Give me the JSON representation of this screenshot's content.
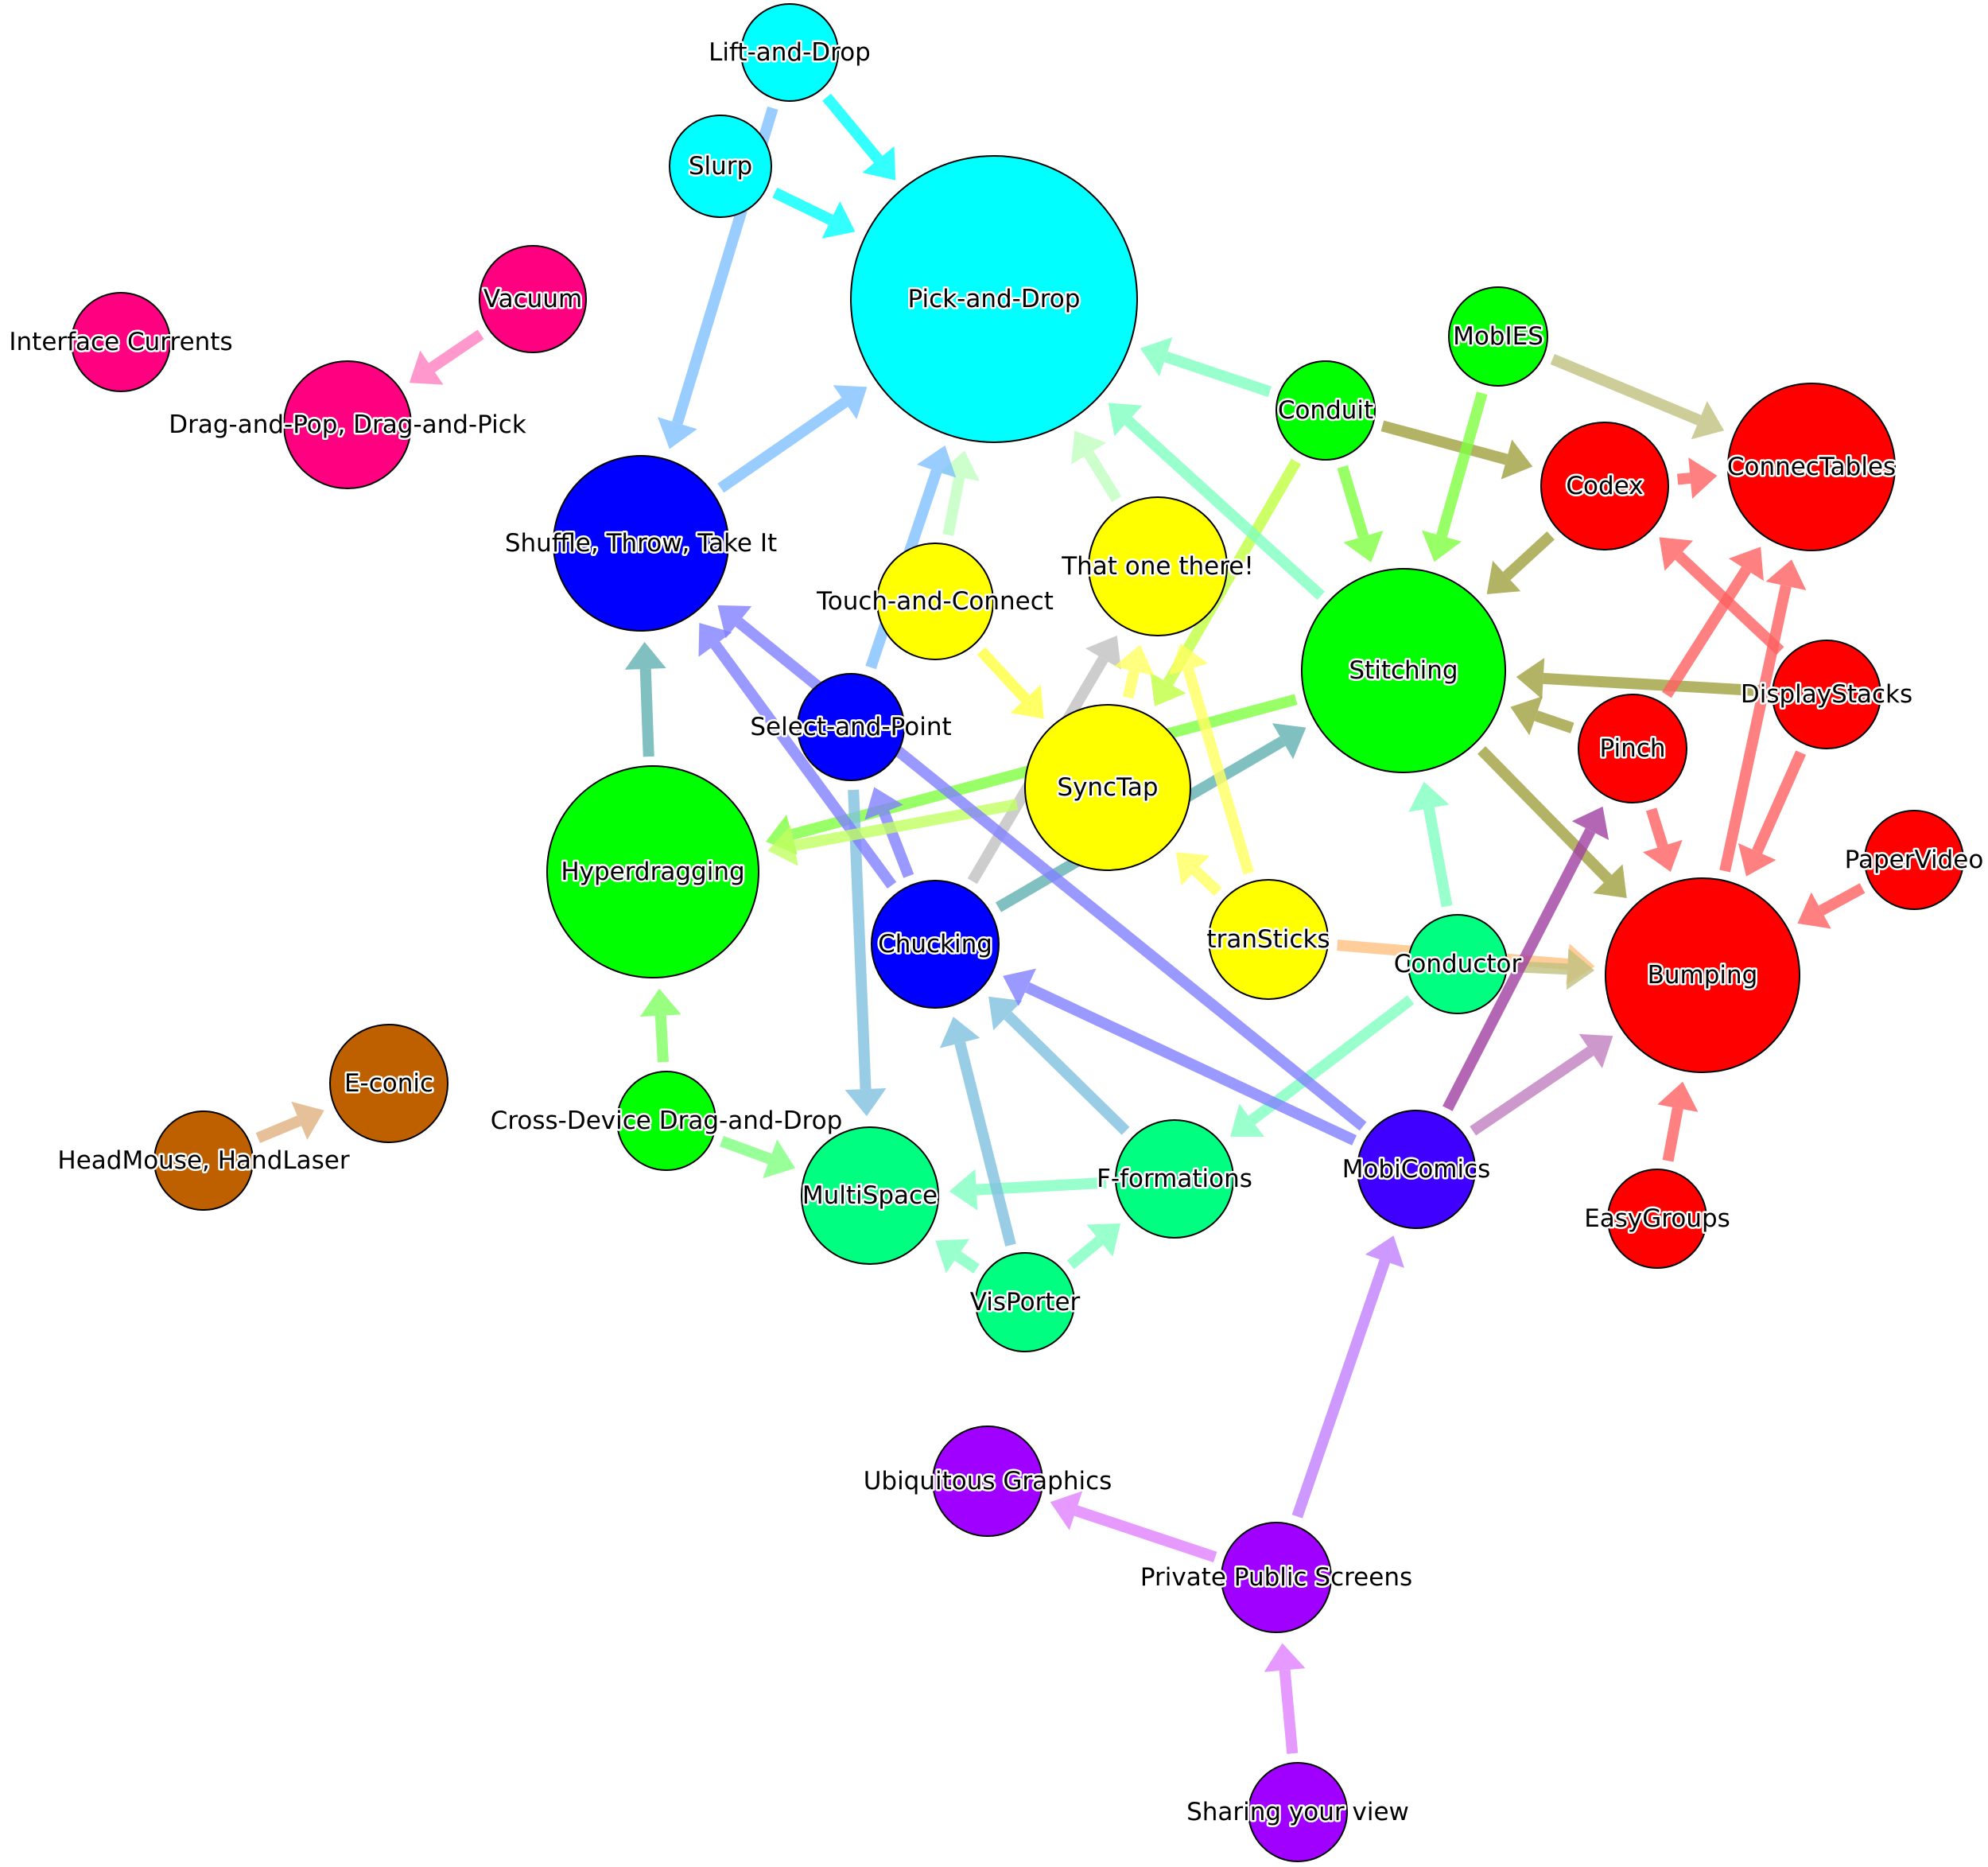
{
  "nodes": [
    {
      "id": "lift-and-drop",
      "label": "Lift-and-Drop",
      "color": "#00FFFF"
    },
    {
      "id": "slurp",
      "label": "Slurp",
      "color": "#00FFFF"
    },
    {
      "id": "pick-and-drop",
      "label": "Pick-and-Drop",
      "color": "#00FFFF"
    },
    {
      "id": "vacuum",
      "label": "Vacuum",
      "color": "#FF0080"
    },
    {
      "id": "interface-currents",
      "label": "Interface Currents",
      "color": "#FF0080"
    },
    {
      "id": "drag-and-pop",
      "label": "Drag-and-Pop, Drag-and-Pick",
      "color": "#FF0080"
    },
    {
      "id": "shuffle",
      "label": "Shuffle, Throw, Take It",
      "color": "#0000FF"
    },
    {
      "id": "touch-and-connect",
      "label": "Touch-and-Connect",
      "color": "#FFFF00"
    },
    {
      "id": "that-one-there",
      "label": "That one there!",
      "color": "#FFFF00"
    },
    {
      "id": "conduit",
      "label": "Conduit",
      "color": "#00FF00"
    },
    {
      "id": "mobies",
      "label": "MobIES",
      "color": "#00FF00"
    },
    {
      "id": "codex",
      "label": "Codex",
      "color": "#FF0000"
    },
    {
      "id": "connectables",
      "label": "ConnecTables",
      "color": "#FF0000"
    },
    {
      "id": "stitching",
      "label": "Stitching",
      "color": "#00FF00"
    },
    {
      "id": "select-and-point",
      "label": "Select-and-Point",
      "color": "#0000FF"
    },
    {
      "id": "synctap",
      "label": "SyncTap",
      "color": "#FFFF00"
    },
    {
      "id": "displaystacks",
      "label": "DisplayStacks",
      "color": "#FF0000"
    },
    {
      "id": "pinch",
      "label": "Pinch",
      "color": "#FF0000"
    },
    {
      "id": "hyperdragging",
      "label": "Hyperdragging",
      "color": "#00FF00"
    },
    {
      "id": "chucking",
      "label": "Chucking",
      "color": "#0000FF"
    },
    {
      "id": "transticks",
      "label": "tranSticks",
      "color": "#FFFF00"
    },
    {
      "id": "conductor",
      "label": "Conductor",
      "color": "#00FF80"
    },
    {
      "id": "papervideo",
      "label": "PaperVideo",
      "color": "#FF0000"
    },
    {
      "id": "bumping",
      "label": "Bumping",
      "color": "#FF0000"
    },
    {
      "id": "e-conic",
      "label": "E-conic",
      "color": "#BF6000"
    },
    {
      "id": "headmouse",
      "label": "HeadMouse, HandLaser",
      "color": "#BF6000"
    },
    {
      "id": "cross-device",
      "label": "Cross-Device Drag-and-Drop",
      "color": "#00FF00"
    },
    {
      "id": "multispace",
      "label": "MultiSpace",
      "color": "#00FF80"
    },
    {
      "id": "f-formations",
      "label": "F-formations",
      "color": "#00FF80"
    },
    {
      "id": "mobicomics",
      "label": "MobiComics",
      "color": "#4000FF"
    },
    {
      "id": "easygroups",
      "label": "EasyGroups",
      "color": "#FF0000"
    },
    {
      "id": "visporter",
      "label": "VisPorter",
      "color": "#00FF80"
    },
    {
      "id": "ubiquitous-graphics",
      "label": "Ubiquitous Graphics",
      "color": "#A000FF"
    },
    {
      "id": "private-public-screens",
      "label": "Private Public Screens",
      "color": "#A000FF"
    },
    {
      "id": "sharing-your-view",
      "label": "Sharing your view",
      "color": "#A000FF"
    }
  ],
  "edges": [
    {
      "from": "lift-and-drop",
      "to": "pick-and-drop",
      "color": "#00FFFF"
    },
    {
      "from": "lift-and-drop",
      "to": "shuffle",
      "color": "#80C0FF"
    },
    {
      "from": "slurp",
      "to": "pick-and-drop",
      "color": "#00FFFF"
    },
    {
      "from": "vacuum",
      "to": "drag-and-pop",
      "color": "#FF80C0"
    },
    {
      "from": "shuffle",
      "to": "pick-and-drop",
      "color": "#80C0FF"
    },
    {
      "from": "conduit",
      "to": "pick-and-drop",
      "color": "#80FFC0"
    },
    {
      "from": "conduit",
      "to": "codex",
      "color": "#A0A040"
    },
    {
      "from": "conduit",
      "to": "stitching",
      "color": "#80FF40"
    },
    {
      "from": "conduit",
      "to": "synctap",
      "color": "#C0FF40"
    },
    {
      "from": "mobies",
      "to": "stitching",
      "color": "#80FF40"
    },
    {
      "from": "mobies",
      "to": "connectables",
      "color": "#C0C080"
    },
    {
      "from": "codex",
      "to": "connectables",
      "color": "#FF6060"
    },
    {
      "from": "codex",
      "to": "stitching",
      "color": "#A0A040"
    },
    {
      "from": "stitching",
      "to": "pick-and-drop",
      "color": "#80FFC0"
    },
    {
      "from": "stitching",
      "to": "hyperdragging",
      "color": "#80FF40"
    },
    {
      "from": "stitching",
      "to": "bumping",
      "color": "#A0A040"
    },
    {
      "from": "touch-and-connect",
      "to": "pick-and-drop",
      "color": "#C0FFC0"
    },
    {
      "from": "touch-and-connect",
      "to": "synctap",
      "color": "#FFFF40"
    },
    {
      "from": "that-one-there",
      "to": "pick-and-drop",
      "color": "#C0FFC0"
    },
    {
      "from": "select-and-point",
      "to": "pick-and-drop",
      "color": "#80C0FF"
    },
    {
      "from": "select-and-point",
      "to": "multispace",
      "color": "#80C0E0"
    },
    {
      "from": "chucking",
      "to": "select-and-point",
      "color": "#8080FF"
    },
    {
      "from": "chucking",
      "to": "shuffle",
      "color": "#8080FF"
    },
    {
      "from": "chucking",
      "to": "that-one-there",
      "color": "#C0C0C0"
    },
    {
      "from": "chucking",
      "to": "stitching",
      "color": "#60B0B0"
    },
    {
      "from": "synctap",
      "to": "hyperdragging",
      "color": "#C0FF60"
    },
    {
      "from": "synctap",
      "to": "that-one-there",
      "color": "#FFFF60"
    },
    {
      "from": "transticks",
      "to": "that-one-there",
      "color": "#FFFF60"
    },
    {
      "from": "transticks",
      "to": "synctap",
      "color": "#FFFF60"
    },
    {
      "from": "transticks",
      "to": "bumping",
      "color": "#FFC080"
    },
    {
      "from": "displaystacks",
      "to": "codex",
      "color": "#FF6060"
    },
    {
      "from": "displaystacks",
      "to": "stitching",
      "color": "#A0A040"
    },
    {
      "from": "displaystacks",
      "to": "bumping",
      "color": "#FF6060"
    },
    {
      "from": "pinch",
      "to": "stitching",
      "color": "#A0A040"
    },
    {
      "from": "pinch",
      "to": "connectables",
      "color": "#FF6060"
    },
    {
      "from": "pinch",
      "to": "bumping",
      "color": "#FF6060"
    },
    {
      "from": "bumping",
      "to": "connectables",
      "color": "#FF6060"
    },
    {
      "from": "conductor",
      "to": "stitching",
      "color": "#80FFC0"
    },
    {
      "from": "conductor",
      "to": "bumping",
      "color": "#C0C080"
    },
    {
      "from": "conductor",
      "to": "f-formations",
      "color": "#80FFC0"
    },
    {
      "from": "hyperdragging",
      "to": "shuffle",
      "color": "#60B0B0"
    },
    {
      "from": "cross-device",
      "to": "hyperdragging",
      "color": "#80FF60"
    },
    {
      "from": "cross-device",
      "to": "multispace",
      "color": "#80FF80"
    },
    {
      "from": "headmouse",
      "to": "e-conic",
      "color": "#E0B080"
    },
    {
      "from": "papervideo",
      "to": "bumping",
      "color": "#FF6060"
    },
    {
      "from": "easygroups",
      "to": "bumping",
      "color": "#FF6060"
    },
    {
      "from": "f-formations",
      "to": "chucking",
      "color": "#80C0E0"
    },
    {
      "from": "f-formations",
      "to": "multispace",
      "color": "#80FFC0"
    },
    {
      "from": "visporter",
      "to": "chucking",
      "color": "#80C0E0"
    },
    {
      "from": "visporter",
      "to": "multispace",
      "color": "#80FFC0"
    },
    {
      "from": "visporter",
      "to": "f-formations",
      "color": "#80FFC0"
    },
    {
      "from": "mobicomics",
      "to": "bumping",
      "color": "#C080C0"
    },
    {
      "from": "mobicomics",
      "to": "pinch",
      "color": "#A040A0"
    },
    {
      "from": "mobicomics",
      "to": "chucking",
      "color": "#8080FF"
    },
    {
      "from": "mobicomics",
      "to": "shuffle",
      "color": "#8080FF"
    },
    {
      "from": "private-public-screens",
      "to": "mobicomics",
      "color": "#C080FF"
    },
    {
      "from": "private-public-screens",
      "to": "ubiquitous-graphics",
      "color": "#E080FF"
    },
    {
      "from": "sharing-your-view",
      "to": "private-public-screens",
      "color": "#E080FF"
    }
  ]
}
